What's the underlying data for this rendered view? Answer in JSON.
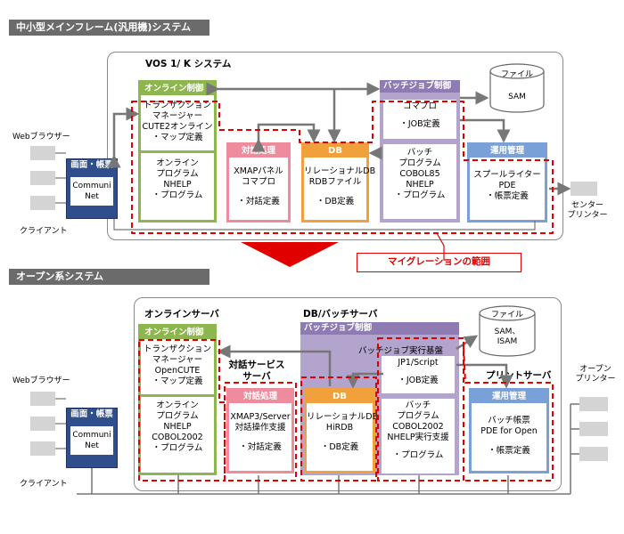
{
  "section1": {
    "title": "中小型メインフレーム(汎用機)システム"
  },
  "section2": {
    "title": "オープン系システム"
  },
  "mainframe": {
    "vos": "VOS 1/ K システム",
    "online": {
      "header": "オンライン制御",
      "tp": [
        "トランザクション",
        "マネージャー",
        "CUTE2オンライン",
        "・マップ定義"
      ],
      "prog": [
        "オンライン",
        "プログラム",
        "NHELP",
        "・プログラム"
      ]
    },
    "taiwa": {
      "header": "対話処理",
      "body": [
        "XMAPパネル",
        "コマプロ",
        "",
        "・対話定義"
      ]
    },
    "db": {
      "header": "DB",
      "body": [
        "リレーショナルDB",
        "RDBファイル",
        "",
        "・DB定義"
      ]
    },
    "batch": {
      "header": "バッチジョブ制御",
      "top": [
        "コマプロ",
        "",
        "・JOB定義"
      ],
      "prog": [
        "バッチ",
        "プログラム",
        "COBOL85",
        "NHELP",
        "・プログラム"
      ]
    },
    "file": {
      "label": "ファイル",
      "sub": "SAM"
    },
    "unyo": {
      "header": "運用管理",
      "body": [
        "スプールライター",
        "PDE",
        "・帳票定義"
      ]
    },
    "client": {
      "header": "画面・帳票",
      "body": [
        "Communi",
        "Net"
      ]
    },
    "web": "Webブラウザー",
    "clientLabel": "クライアント",
    "printer": [
      "センター",
      "プリンター"
    ]
  },
  "migration": "マイグレーションの範囲",
  "open": {
    "onlineServer": "オンラインサーバ",
    "dbServer": "DB/バッチサーバ",
    "online": {
      "header": "オンライン制御",
      "tp": [
        "トランザクション",
        "マネージャー",
        "OpenCUTE",
        "・マップ定義"
      ],
      "prog": [
        "オンライン",
        "プログラム",
        "NHELP",
        "COBOL2002",
        "・プログラム"
      ]
    },
    "taiwaServer": [
      "対話サービス",
      "サーバ"
    ],
    "taiwa": {
      "header": "対話処理",
      "body": [
        "XMAP3/Server",
        "対話操作支援",
        "",
        "・対話定義"
      ]
    },
    "db": {
      "header": "DB",
      "body": [
        "リレーショナルDB",
        "HiRDB",
        "",
        "・DB定義"
      ]
    },
    "batch": {
      "header": "バッチジョブ制御",
      "exec": "バッチジョブ実行基盤",
      "top": [
        "JP1/Script",
        "",
        "・JOB定義"
      ],
      "prog": [
        "バッチ",
        "プログラム",
        "COBOL2002",
        "NHELP実行支援",
        "",
        "・プログラム"
      ]
    },
    "file": {
      "label": "ファイル",
      "sub": [
        "SAM、",
        "ISAM"
      ]
    },
    "printServer": "プリントサーバ",
    "unyo": {
      "header": "運用管理",
      "body": [
        "バッチ帳票",
        "PDE for Open",
        "",
        "・帳票定義"
      ]
    },
    "client": {
      "header": "画面・帳票",
      "body": [
        "Communi",
        "Net"
      ]
    },
    "web": "Webブラウザー",
    "clientLabel": "クライアント",
    "printer": [
      "オープン",
      "プリンター"
    ]
  },
  "colors": {
    "green": "#8db64f",
    "purple": "#8f7bb3",
    "pink": "#ee8b9c",
    "orange": "#f0a13c",
    "blue": "#7aa0d8",
    "red": "#e00000",
    "navy": "#2e4f8c"
  }
}
